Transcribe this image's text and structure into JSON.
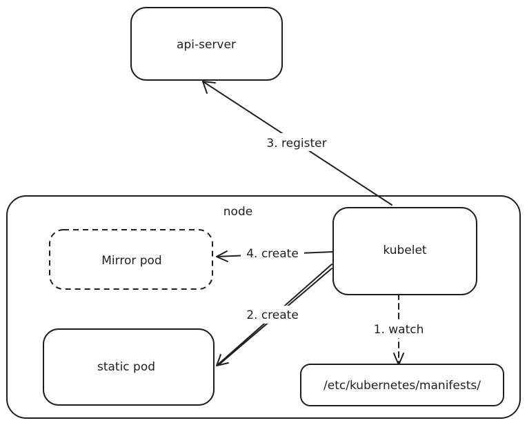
{
  "diagram": {
    "nodes": {
      "api_server": "api-server",
      "node": "node",
      "kubelet": "kubelet",
      "mirror_pod": "Mirror pod",
      "static_pod": "static pod",
      "manifests": "/etc/kubernetes/manifests/"
    },
    "edges": {
      "watch": "1. watch",
      "create_static": "2. create",
      "register": "3. register",
      "create_mirror": "4. create"
    }
  }
}
